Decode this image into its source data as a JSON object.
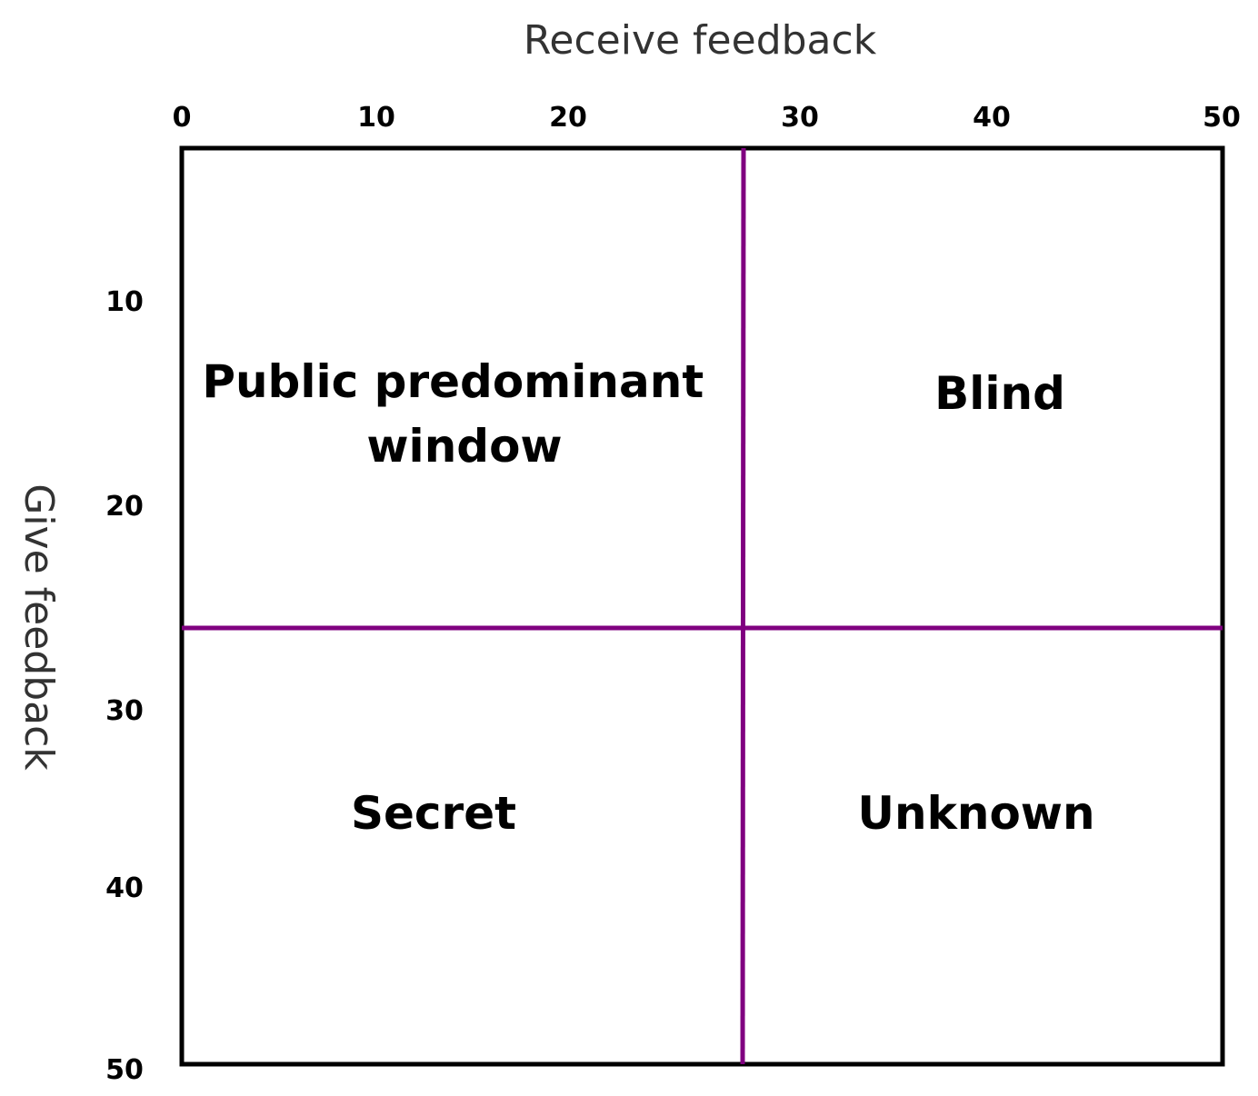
{
  "x_axis": {
    "title": "Receive feedback",
    "ticks": [
      "0",
      "10",
      "20",
      "30",
      "40",
      "50"
    ]
  },
  "y_axis": {
    "title": "Give feedback",
    "ticks": [
      "10",
      "20",
      "30",
      "40",
      "50"
    ]
  },
  "quadrants": {
    "top_left": [
      "Public predominant",
      "window"
    ],
    "top_right": "Blind",
    "bottom_left": "Secret",
    "bottom_right": "Unknown"
  },
  "colors": {
    "frame": "#000000",
    "divider": "#800080",
    "text": "#000000",
    "axis_title": "#333333"
  }
}
